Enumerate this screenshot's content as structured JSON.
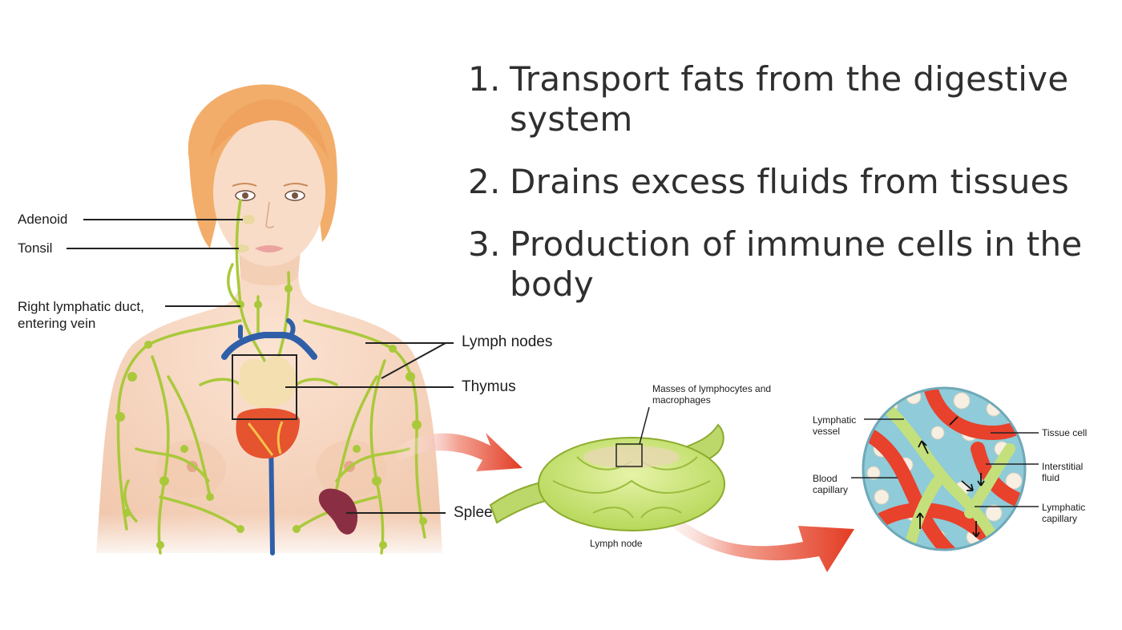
{
  "functions": [
    {
      "number": "1.",
      "text": "Transport fats from the digestive system"
    },
    {
      "number": "2.",
      "text": "Drains excess fluids from tissues"
    },
    {
      "number": "3.",
      "text": "Production of immune cells in the body"
    }
  ],
  "body_labels": {
    "adenoid": "Adenoid",
    "tonsil": "Tonsil",
    "right_lymphatic_duct": "Right lymphatic duct, entering vein",
    "lymph_nodes": "Lymph nodes",
    "thymus": "Thymus",
    "spleen": "Splee"
  },
  "lymph_node_labels": {
    "masses": "Masses of lymphocytes and macrophages",
    "lymph_node": "Lymph node"
  },
  "tissue_labels": {
    "lymphatic_vessel": "Lymphatic vessel",
    "blood_capillary": "Blood capillary",
    "tissue_cell": "Tissue cell",
    "interstitial_fluid": "Interstitial fluid",
    "lymphatic_capillary": "Lymphatic capillary"
  },
  "colors": {
    "lymph_green": "#a9c93a",
    "blood_red": "#e8412c",
    "vein_blue": "#2f5fa8",
    "fluid_blue": "#8fcbd8",
    "skin": "#f6d6c0",
    "hair": "#f2ad6a"
  }
}
